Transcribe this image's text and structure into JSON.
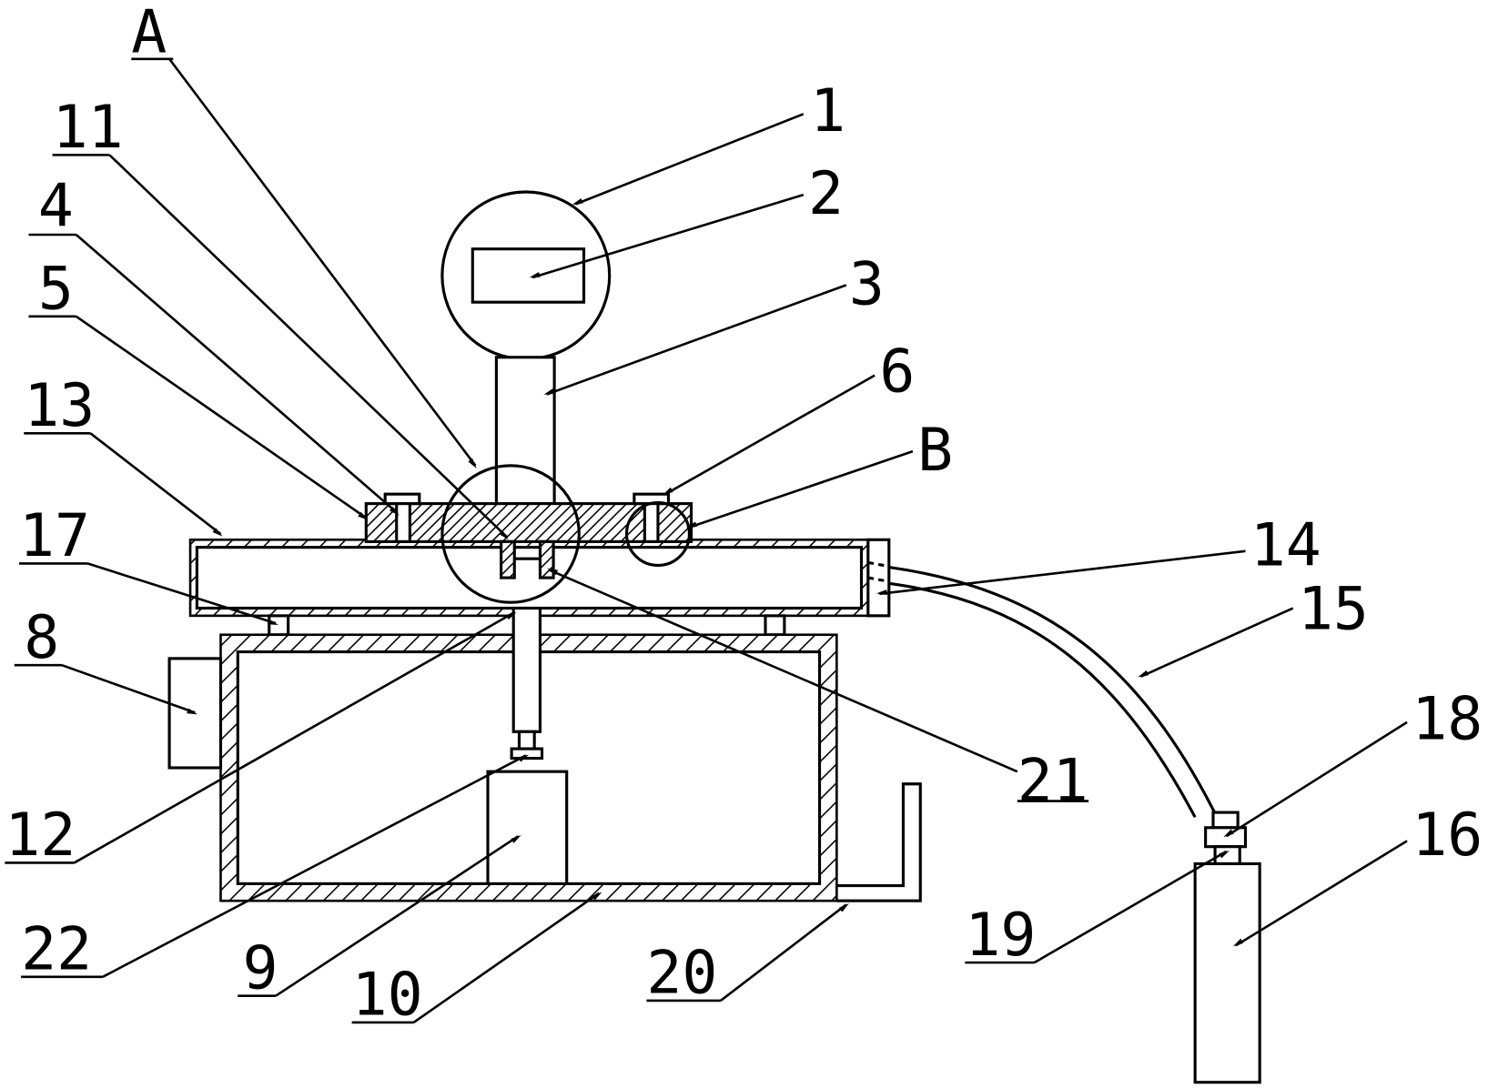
{
  "figure": {
    "labels": {
      "A": "A",
      "B": "B",
      "n1": "1",
      "n2": "2",
      "n3": "3",
      "n4": "4",
      "n5": "5",
      "n6": "6",
      "n8": "8",
      "n9": "9",
      "n10": "10",
      "n11": "11",
      "n12": "12",
      "n13": "13",
      "n14": "14",
      "n15": "15",
      "n16": "16",
      "n17": "17",
      "n18": "18",
      "n19": "19",
      "n20": "20",
      "n21": "21",
      "n22": "22"
    }
  }
}
